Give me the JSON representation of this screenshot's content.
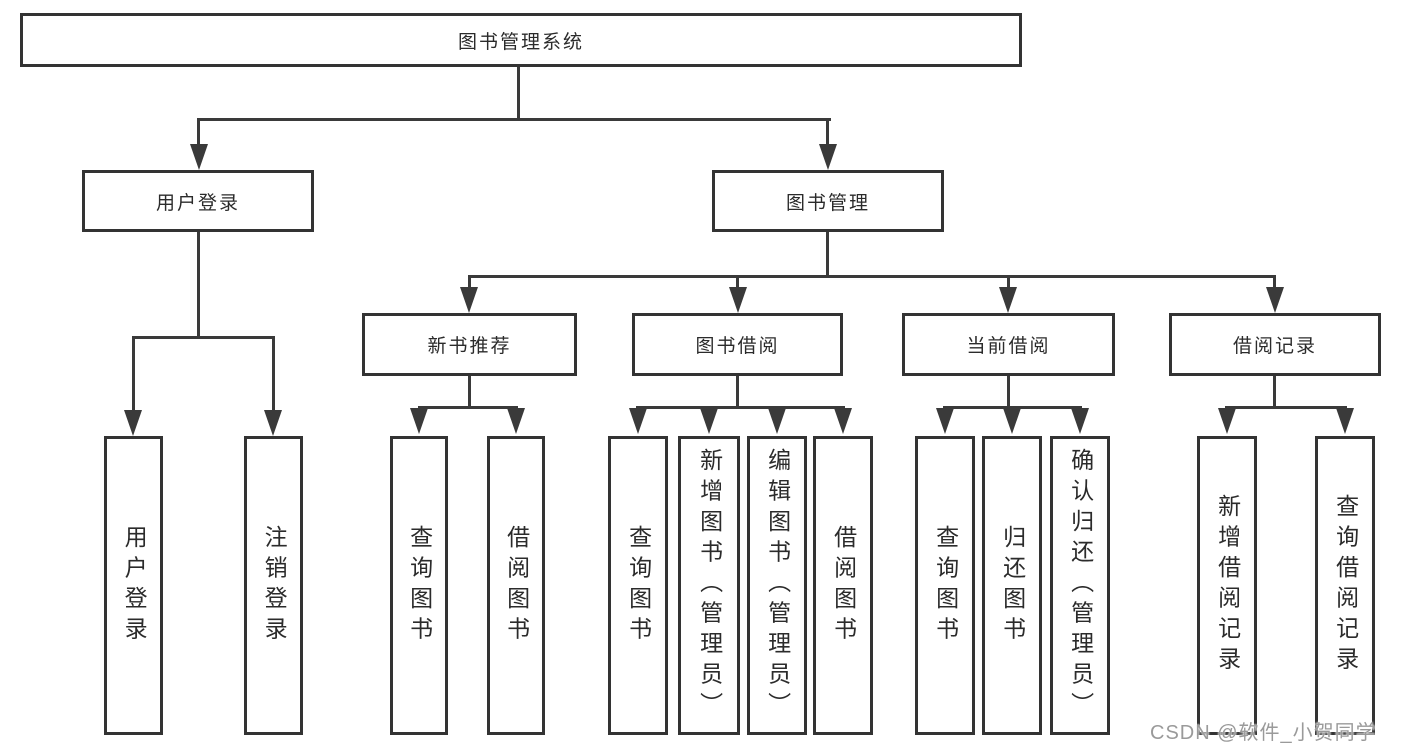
{
  "diagram": {
    "type": "hierarchy-tree",
    "tree": {
      "label": "图书管理系统",
      "children": [
        {
          "label": "用户登录",
          "children": [
            {
              "label": "用户登录"
            },
            {
              "label": "注销登录"
            }
          ]
        },
        {
          "label": "图书管理",
          "children": [
            {
              "label": "新书推荐",
              "children": [
                {
                  "label": "查询图书"
                },
                {
                  "label": "借阅图书"
                }
              ]
            },
            {
              "label": "图书借阅",
              "children": [
                {
                  "label": "查询图书"
                },
                {
                  "label": "新增图书（管理员）"
                },
                {
                  "label": "编辑图书（管理员）"
                },
                {
                  "label": "借阅图书"
                }
              ]
            },
            {
              "label": "当前借阅",
              "children": [
                {
                  "label": "查询图书"
                },
                {
                  "label": "归还图书"
                },
                {
                  "label": "确认归还（管理员）"
                }
              ]
            },
            {
              "label": "借阅记录",
              "children": [
                {
                  "label": "新增借阅记录"
                },
                {
                  "label": "查询借阅记录"
                }
              ]
            }
          ]
        }
      ]
    },
    "watermark": "CSDN @软件_小贺同学",
    "colors": {
      "line": "#3a3a3a",
      "box_border": "#333333",
      "text": "#2b2b2b",
      "watermark": "#9a9a9a",
      "background": "#ffffff"
    }
  }
}
